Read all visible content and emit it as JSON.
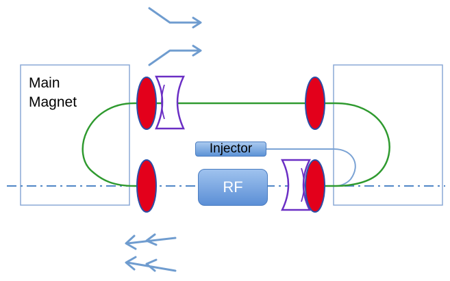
{
  "labels": {
    "magnet_line1": "Main",
    "magnet_line2": "Magnet",
    "injector": "Injector",
    "rf": "RF"
  },
  "colors": {
    "magnet_outline": "#8aa9d6",
    "orbit": "#2f9a2f",
    "mirror_fill": "#e3001b",
    "mirror_stroke": "#2b4fa8",
    "lens": "#6a2ec4",
    "axis": "#4f86c6",
    "arrows": "#6f9ccf"
  },
  "icons": {
    "arrows_top": "arrow-right-icon",
    "arrows_bottom": "arrow-left-icon"
  }
}
